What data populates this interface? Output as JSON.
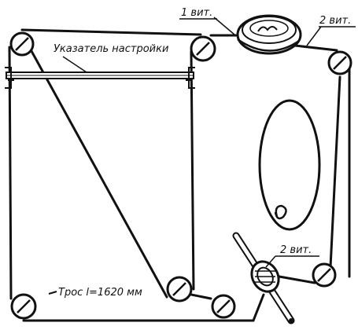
{
  "labels": {
    "pointer": "Указатель настройки",
    "turn_one": "1 вит.",
    "turn_two_top": "2 вит.",
    "turn_two_shaft": "2 вит.",
    "cable": "Трос l=1620 мм"
  },
  "colors": {
    "ink": "#111111",
    "paper": "#ffffff"
  },
  "icons": {
    "pulley": "pulley-icon",
    "drum": "drum-wheel-icon",
    "shaft": "tuning-shaft-icon"
  }
}
